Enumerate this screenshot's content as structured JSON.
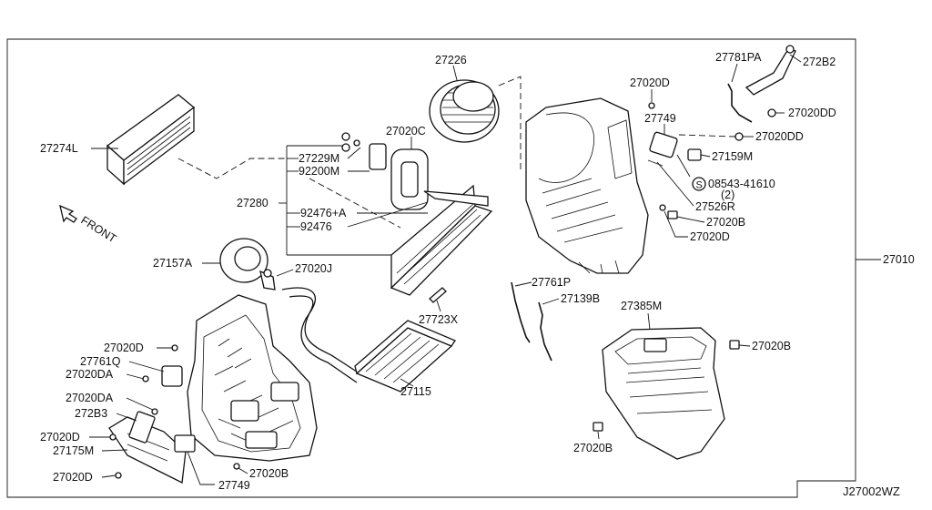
{
  "diagram": {
    "ref_code": "J27002WZ",
    "front_label": "FRONT",
    "labels": {
      "p27226": "27226",
      "p27020C": "27020C",
      "p27274L": "27274L",
      "p27229M": "27229M",
      "p92200M": "92200M",
      "p27280": "27280",
      "p92476A": "92476+A",
      "p92476": "92476",
      "p27157A": "27157A",
      "p27020J": "27020J",
      "p27723X": "27723X",
      "p27115": "27115",
      "p27020D_top": "27020D",
      "p27749_top": "27749",
      "p27781PA": "27781PA",
      "p272B2": "272B2",
      "p27020DD_1": "27020DD",
      "p27020DD_2": "27020DD",
      "p27159M": "27159M",
      "p08543": "08543-41610",
      "p08543_qty": "(2)",
      "p27526R": "27526R",
      "p27020B_mid": "27020B",
      "p27020D_mid": "27020D",
      "p27010": "27010",
      "p27761P": "27761P",
      "p27139B": "27139B",
      "p27385M": "27385M",
      "p27020B_right": "27020B",
      "p27020B_bottom": "27020B",
      "p27020D_left1": "27020D",
      "p27761Q": "27761Q",
      "p27020DA_1": "27020DA",
      "p27020DA_2": "27020DA",
      "p272B3": "272B3",
      "p27020D_left2": "27020D",
      "p27175M": "27175M",
      "p27020D_left3": "27020D",
      "p27020B_lower": "27020B",
      "p27749_bottom": "27749"
    }
  }
}
